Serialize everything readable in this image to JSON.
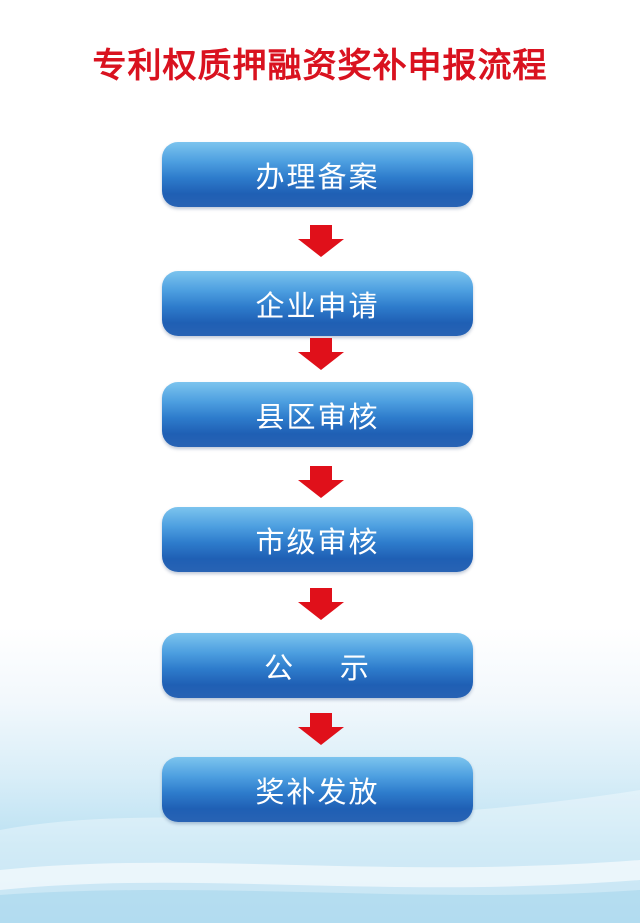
{
  "title": "专利权质押融资奖补申报流程",
  "steps": [
    {
      "label": "办理备案"
    },
    {
      "label": "企业申请"
    },
    {
      "label": "县区审核"
    },
    {
      "label": "市级审核"
    },
    {
      "label": "公    示"
    },
    {
      "label": "奖补发放"
    }
  ],
  "colors": {
    "title": "#d9121f",
    "arrow": "#e0101a",
    "step_top": "#7cc4ee",
    "step_bottom": "#1f5fb4"
  }
}
